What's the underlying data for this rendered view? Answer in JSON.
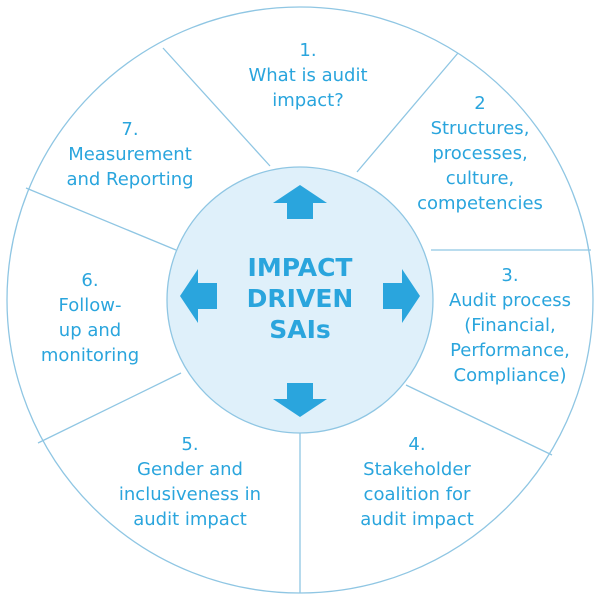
{
  "center": {
    "lines": [
      "IMPACT",
      "DRIVEN",
      "SAIs"
    ]
  },
  "segments": [
    {
      "lines": [
        "1.",
        "What is audit",
        "impact?"
      ]
    },
    {
      "lines": [
        "2",
        "Structures,",
        "processes,",
        "culture,",
        "competencies"
      ]
    },
    {
      "lines": [
        "3.",
        "Audit process",
        "(Financial,",
        "Performance,",
        "Compliance)"
      ]
    },
    {
      "lines": [
        "4.",
        "Stakeholder",
        "coalition for",
        "audit impact"
      ]
    },
    {
      "lines": [
        "5.",
        "Gender and",
        "inclusiveness in",
        "audit impact"
      ]
    },
    {
      "lines": [
        "6.",
        "Follow-",
        "up and",
        "monitoring"
      ]
    },
    {
      "lines": [
        "7.",
        "Measurement",
        "and Reporting"
      ]
    }
  ],
  "colors": {
    "accent": "#2aa5dd",
    "line": "#8fc6e3",
    "center_fill": "#dff0fa"
  }
}
